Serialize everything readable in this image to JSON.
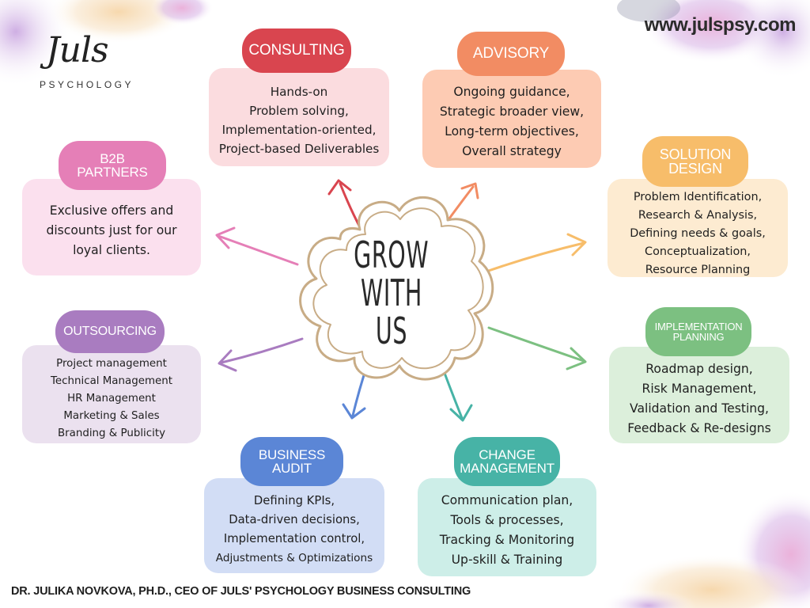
{
  "logo": {
    "script": "Juls",
    "subtitle": "PSYCHOLOGY"
  },
  "url": "www.julspsy.com",
  "footer": "DR. JULIKA NOVKOVA, PH.D., CEO OF JULS' PSYCHOLOGY BUSINESS CONSULTING",
  "center": {
    "lines": [
      "GROW",
      "WITH US"
    ]
  },
  "colors": {
    "consulting": "#d9454f",
    "advisory": "#f28c63",
    "solution_design": "#f7bd6a",
    "implementation_planning": "#7cc081",
    "change_management": "#47b3a6",
    "business_audit": "#5b86d6",
    "outsourcing": "#a97cc0",
    "b2b_partners": "#e57fb7"
  },
  "nodes": {
    "consulting": {
      "tag": [
        "CONSULTING"
      ],
      "items": [
        "Hands-on",
        "Problem solving,",
        "Implementation-oriented,",
        "Project-based Deliverables"
      ]
    },
    "advisory": {
      "tag": [
        "ADVISORY"
      ],
      "items": [
        "Ongoing guidance,",
        "Strategic broader view,",
        "Long-term objectives,",
        "Overall strategy"
      ]
    },
    "solution_design": {
      "tag": [
        "SOLUTION",
        "DESIGN"
      ],
      "items": [
        "Problem Identification,",
        "Research & Analysis,",
        "Defining needs & goals,",
        "Conceptualization,",
        "Resource Planning"
      ]
    },
    "implementation_planning": {
      "tag": [
        "IMPLEMENTATION",
        "PLANNING"
      ],
      "items": [
        "Roadmap design,",
        "Risk Management,",
        "Validation and Testing,",
        "Feedback & Re-designs"
      ]
    },
    "change_management": {
      "tag": [
        "CHANGE",
        "MANAGEMENT"
      ],
      "items": [
        "Communication plan,",
        "Tools & processes,",
        "Tracking & Monitoring",
        "Up-skill & Training"
      ]
    },
    "business_audit": {
      "tag": [
        "BUSINESS",
        "AUDIT"
      ],
      "items": [
        "Defining KPIs,",
        "Data-driven decisions,",
        "Implementation control,",
        "Adjustments & Optimizations"
      ]
    },
    "outsourcing": {
      "tag": [
        "OUTSOURCING"
      ],
      "items": [
        "Project management",
        "Technical Management",
        "HR Management",
        "Marketing & Sales",
        "Branding & Publicity"
      ]
    },
    "b2b_partners": {
      "tag": [
        "B2B",
        "PARTNERS"
      ],
      "items": [
        "Exclusive offers and",
        "discounts just for our",
        "loyal clients."
      ]
    }
  }
}
